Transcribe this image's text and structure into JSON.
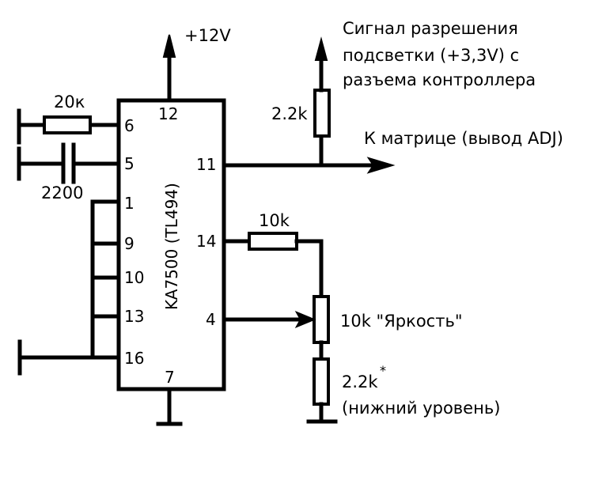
{
  "chip": {
    "label": "KA7500 (TL494)",
    "pins": {
      "p12": "12",
      "p6": "6",
      "p5": "5",
      "p1": "1",
      "p9": "9",
      "p10": "10",
      "p13": "13",
      "p16": "16",
      "p7": "7",
      "p11": "11",
      "p14": "14",
      "p4": "4"
    }
  },
  "labels": {
    "supply": "+12V",
    "r_timing": "20к",
    "c_timing": "2200",
    "r_pullup": "2.2k",
    "enable_signal": [
      "Сигнал разрешения",
      "подсветки (+3,3V) с",
      "разъема контроллера"
    ],
    "output": "К матрице (вывод ADJ)",
    "r_feedback": "10k",
    "pot": "10k \"Яркость\"",
    "r_bottom": "2.2k",
    "r_bottom_mark": "*",
    "r_bottom_note": "(нижний уровень)"
  }
}
